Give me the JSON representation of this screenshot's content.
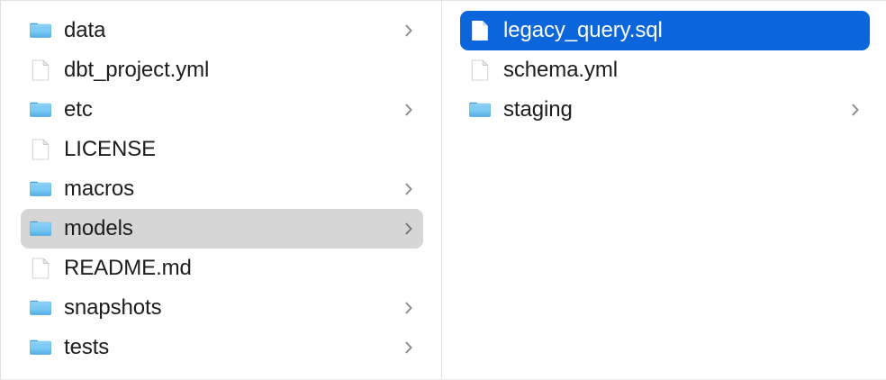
{
  "window": {
    "view_mode": "column",
    "accent_blue": "#0a66da",
    "highlight_gray": "#d6d6d6",
    "background": "#ffffff",
    "divider_color": "#e2e3e5"
  },
  "columns": [
    {
      "name": "parent-column",
      "items": [
        {
          "label": "data",
          "kind": "folder",
          "icon": "folder-icon",
          "has_chevron": true,
          "state": "normal"
        },
        {
          "label": "dbt_project.yml",
          "kind": "file",
          "icon": "document-icon",
          "has_chevron": false,
          "state": "normal"
        },
        {
          "label": "etc",
          "kind": "folder",
          "icon": "folder-icon",
          "has_chevron": true,
          "state": "normal"
        },
        {
          "label": "LICENSE",
          "kind": "file",
          "icon": "document-icon",
          "has_chevron": false,
          "state": "normal"
        },
        {
          "label": "macros",
          "kind": "folder",
          "icon": "folder-icon",
          "has_chevron": true,
          "state": "normal"
        },
        {
          "label": "models",
          "kind": "folder",
          "icon": "folder-icon",
          "has_chevron": true,
          "state": "selected-inactive"
        },
        {
          "label": "README.md",
          "kind": "file",
          "icon": "document-icon",
          "has_chevron": false,
          "state": "normal"
        },
        {
          "label": "snapshots",
          "kind": "folder",
          "icon": "folder-icon",
          "has_chevron": true,
          "state": "normal"
        },
        {
          "label": "tests",
          "kind": "folder",
          "icon": "folder-icon",
          "has_chevron": true,
          "state": "normal"
        }
      ]
    },
    {
      "name": "child-column",
      "items": [
        {
          "label": "legacy_query.sql",
          "kind": "file",
          "icon": "document-icon",
          "has_chevron": false,
          "state": "selected-active"
        },
        {
          "label": "schema.yml",
          "kind": "file",
          "icon": "document-icon",
          "has_chevron": false,
          "state": "normal"
        },
        {
          "label": "staging",
          "kind": "folder",
          "icon": "folder-icon",
          "has_chevron": true,
          "state": "normal"
        }
      ]
    }
  ]
}
